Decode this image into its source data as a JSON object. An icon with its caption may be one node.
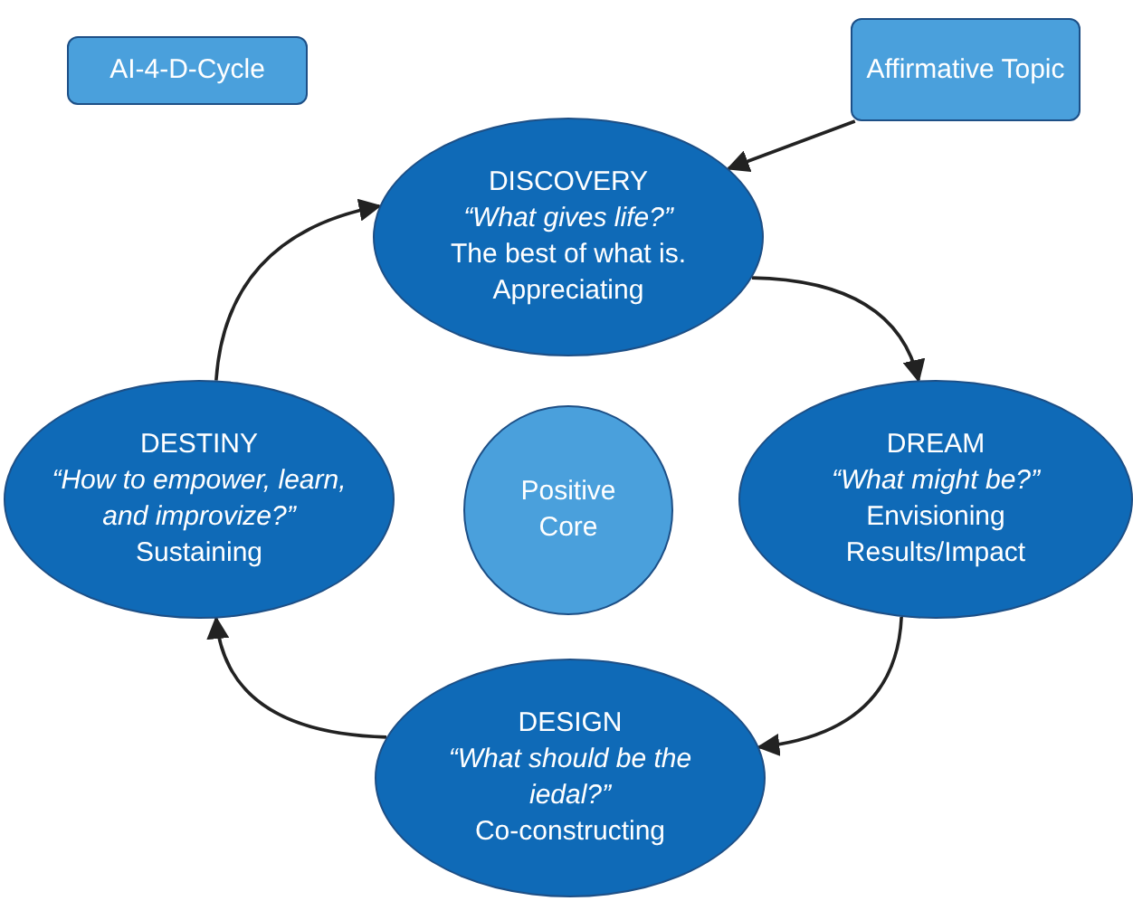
{
  "diagram": {
    "nodes": [
      {
        "text": [
          "AI-4-D-Cycle"
        ]
      },
      {
        "text": [
          "Affirmative Topic"
        ]
      },
      {
        "text": [
          "DISCOVERY",
          "“What gives life?”",
          "The best of what is.",
          "Appreciating"
        ]
      },
      {
        "text": [
          "DREAM",
          "“What might be?”",
          "Envisioning Results/Impact"
        ]
      },
      {
        "text": [
          "DESIGN",
          "“What should be the iedal?”",
          "Co-constructing"
        ]
      },
      {
        "text": [
          "DESTINY",
          "“How to empower, learn, and improvize?”",
          "Sustaining"
        ]
      },
      {
        "text": [
          "Positive Core"
        ]
      }
    ],
    "edges": [
      {
        "from": 1,
        "to": 2,
        "arrow": "to"
      },
      {
        "from": 2,
        "to": 3,
        "arrow": "to"
      },
      {
        "from": 3,
        "to": 4,
        "arrow": "to"
      },
      {
        "from": 4,
        "to": 5,
        "arrow": "to"
      },
      {
        "from": 5,
        "to": 2,
        "arrow": "to"
      }
    ]
  }
}
